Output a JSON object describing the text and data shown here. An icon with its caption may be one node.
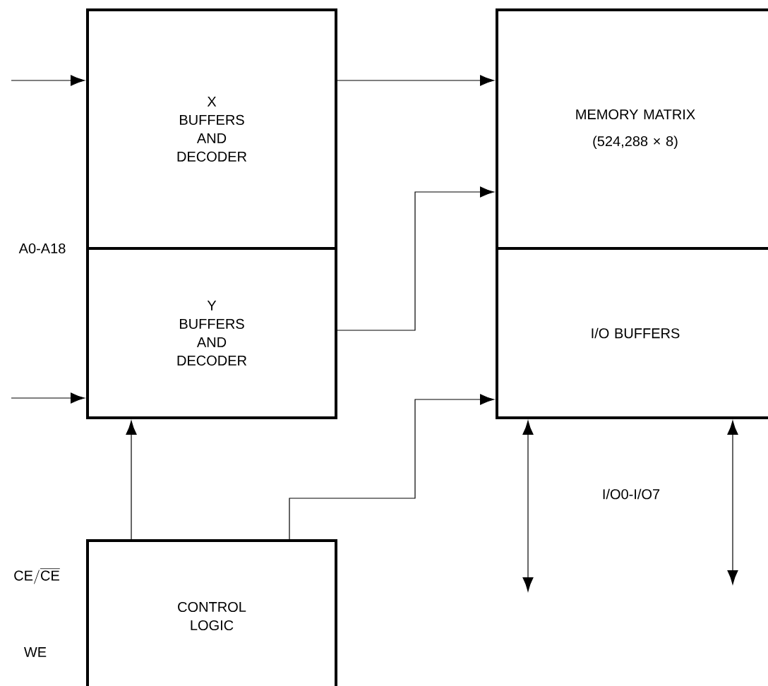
{
  "diagram": {
    "nodes": [
      {
        "text": [
          "X BUFFERS AND DECODER"
        ]
      },
      {
        "text": [
          "Y BUFFERS AND DECODER"
        ]
      },
      {
        "text": [
          "MEMORY MATRIX",
          "(524,288 × 8)"
        ]
      },
      {
        "text": [
          "I/O BUFFERS"
        ]
      },
      {
        "text": [
          "CONTROL LOGIC"
        ]
      }
    ],
    "edges": [
      {
        "from": null,
        "to": 0,
        "arrow": "to"
      },
      {
        "from": null,
        "to": 1,
        "arrow": "to"
      },
      {
        "from": 0,
        "to": 2,
        "arrow": "to"
      },
      {
        "from": 1,
        "to": 2,
        "arrow": "to"
      },
      {
        "from": 4,
        "to": 1,
        "arrow": "to"
      },
      {
        "from": 4,
        "to": 3,
        "arrow": "to"
      },
      {
        "from": 3,
        "to": null,
        "arrow": "both"
      },
      {
        "from": 3,
        "to": null,
        "arrow": "both"
      }
    ],
    "labels": [
      "A0-A18",
      "\\text{CE}/\\overline{\\text{CE}}",
      "WE",
      "I/O0-I/O7"
    ]
  }
}
